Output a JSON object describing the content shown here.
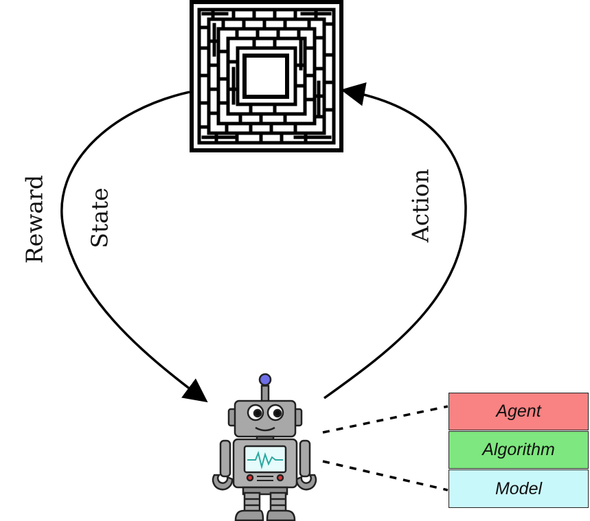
{
  "labels": {
    "reward": "Reward",
    "state": "State",
    "action": "Action"
  },
  "boxes": [
    {
      "label": "Agent",
      "color": "#f98282"
    },
    {
      "label": "Algorithm",
      "color": "#7ee77f"
    },
    {
      "label": "Model",
      "color": "#c9f8fb"
    }
  ],
  "icons": {
    "environment": "maze-icon",
    "agent": "robot-icon"
  }
}
